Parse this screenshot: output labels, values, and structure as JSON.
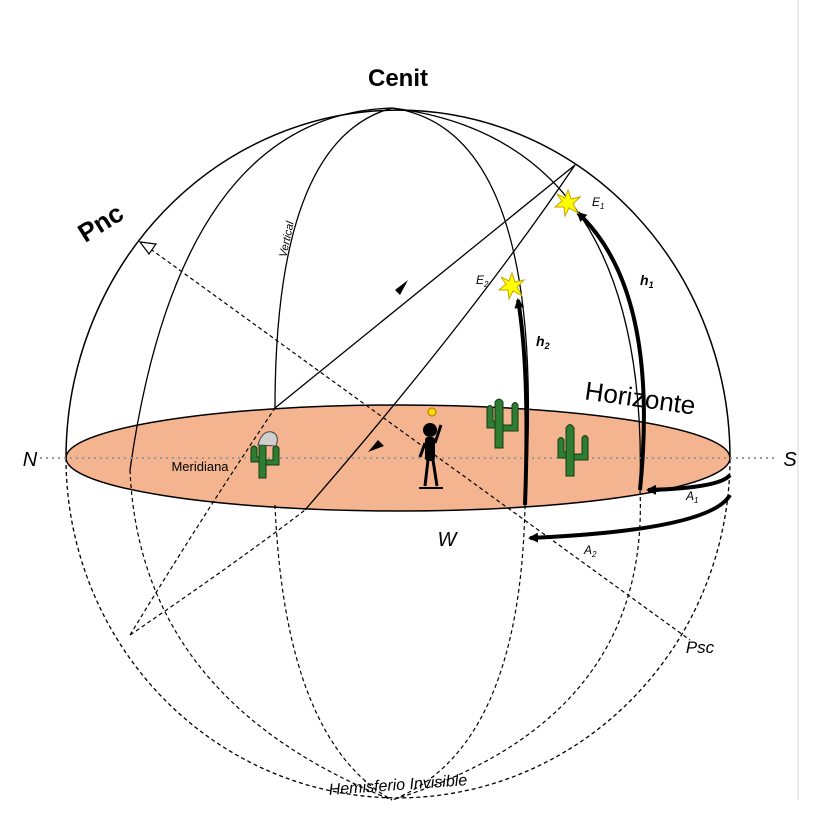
{
  "labels": {
    "zenith": "Cenit",
    "north_celestial_pole": "Pnc",
    "south_celestial_pole": "Psc",
    "north": "N",
    "south": "S",
    "west": "W",
    "horizon": "Horizonte",
    "meridian": "Meridiana",
    "vertical": "Vertical",
    "invisible_hemisphere": "Hemisferio Invisible",
    "star_1": "E",
    "star_1_sub": "1",
    "star_2": "E",
    "star_2_sub": "2",
    "altitude_1": "h",
    "altitude_1_sub": "1",
    "altitude_2": "h",
    "altitude_2_sub": "2",
    "azimuth_1": "A",
    "azimuth_1_sub": "1",
    "azimuth_2": "A",
    "azimuth_2_sub": "2"
  },
  "colors": {
    "horizon_fill": "#f4b48f",
    "sphere_line": "#000000",
    "star_fill": "#ffff00",
    "star_stroke": "#c9a400",
    "cactus": "#2e7d32",
    "axis_dots": "#9a9a9a"
  }
}
